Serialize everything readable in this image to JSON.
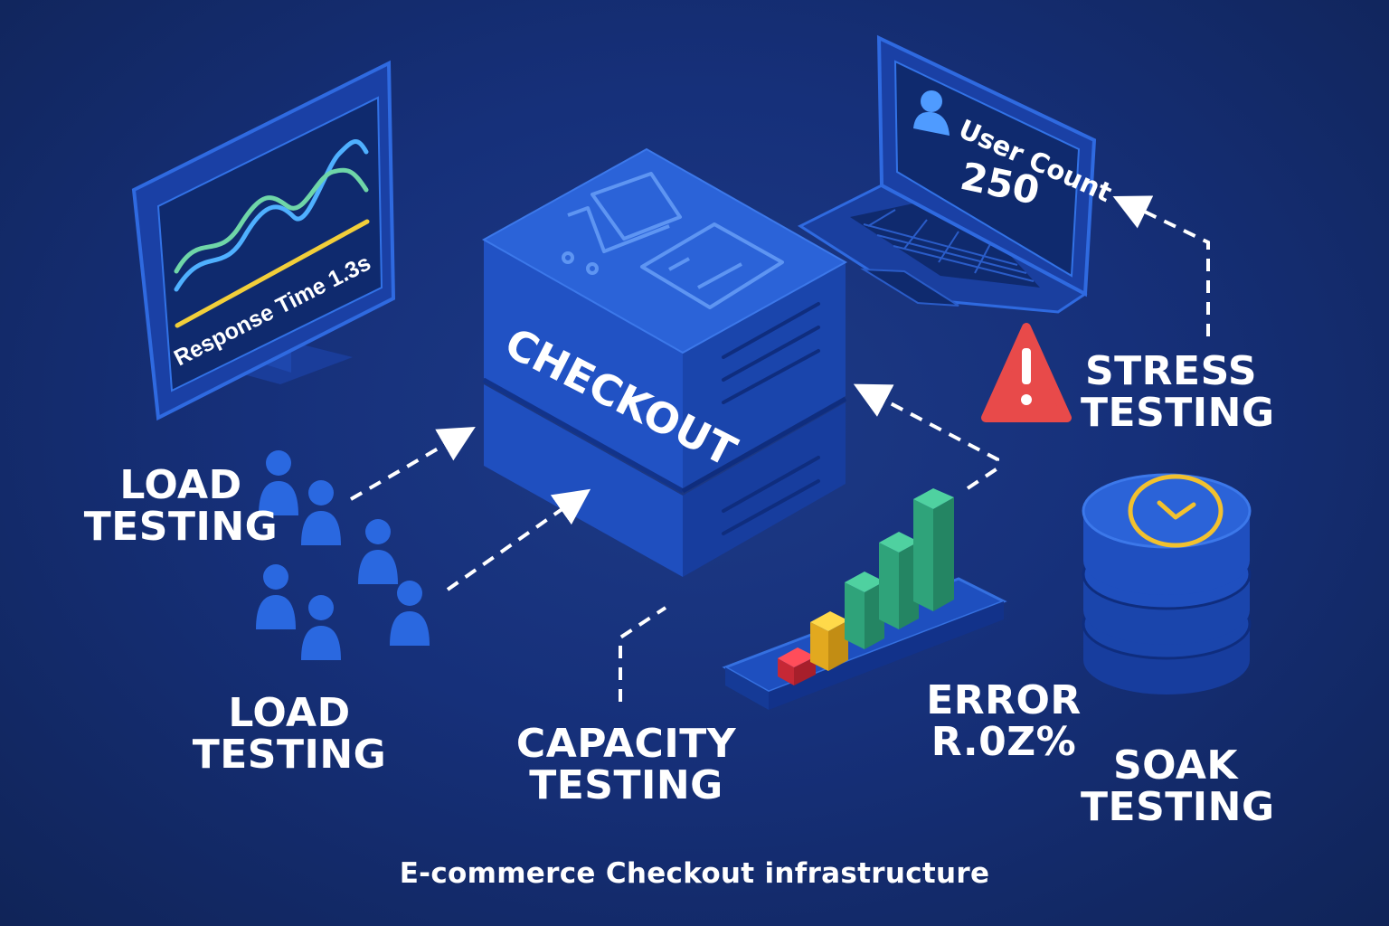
{
  "monitor": {
    "metric_label": "Response Time 1.3s"
  },
  "laptop": {
    "user_count_label": "User Count",
    "user_count_value": "250"
  },
  "server": {
    "label": "CHECKOUT"
  },
  "labels": {
    "load_top": {
      "line1": "LOAD",
      "line2": "TESTING"
    },
    "load_bottom": {
      "line1": "LOAD",
      "line2": "TESTING"
    },
    "capacity": {
      "line1": "CAPACITY",
      "line2": "TESTING"
    },
    "error": {
      "line1": "ERROR",
      "line2": "R.0Z%"
    },
    "stress": {
      "line1": "STRESS",
      "line2": "TESTING"
    },
    "soak": {
      "line1": "SOAK",
      "line2": "TESTING"
    }
  },
  "caption": "E-commerce Checkout infrastructure",
  "colors": {
    "background": "#16307a",
    "panel_blue": "#2152c4",
    "line_cyan": "#4fb0ff",
    "line_green": "#6fd6a8",
    "line_yellow": "#f2cf3a",
    "bar_red": "#e63946",
    "bar_yellow": "#f2c12e",
    "bar_green": "#2fa37a",
    "warning_red": "#e84a4a",
    "clock_ring": "#f2c12e"
  },
  "icons": [
    "user-icon",
    "shopping-cart-icon",
    "credit-card-icon",
    "warning-icon",
    "clock-icon",
    "users-icon"
  ]
}
